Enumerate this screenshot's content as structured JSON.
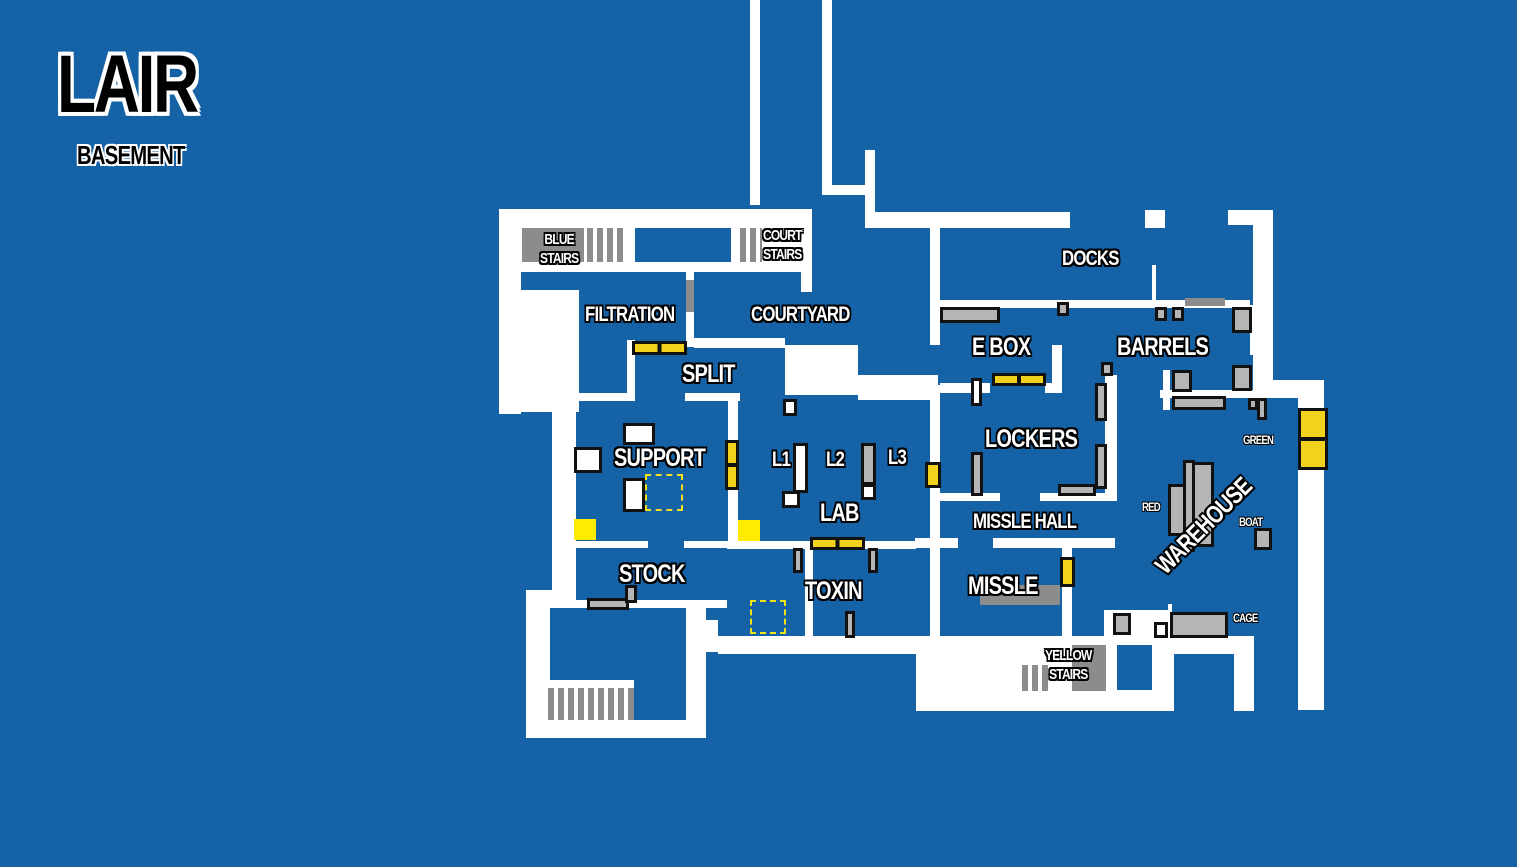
{
  "map": {
    "title": "LAIR",
    "floor": "BASEMENT",
    "colors": {
      "background": "#1662a7",
      "wall": "#ffffff",
      "hatch": "#f2d21c",
      "obstacle": "#b5b5b5"
    },
    "rooms": {
      "blue_stairs": "BLUE\nSTAIRS",
      "court_stairs": "COURT\nSTAIRS",
      "filtration": "FILTRATION",
      "courtyard": "COURTYARD",
      "docks": "DOCKS",
      "e_box": "E BOX",
      "barrels": "BARRELS",
      "split": "SPLIT",
      "support": "SUPPORT",
      "l1": "L1",
      "l2": "L2",
      "l3": "L3",
      "lockers": "LOCKERS",
      "green": "GREEN",
      "lab": "LAB",
      "red": "RED",
      "warehouse": "WAREHOUSE",
      "boat": "BOAT",
      "missle_hall": "MISSLE HALL",
      "stock": "STOCK",
      "toxin": "TOXIN",
      "missle": "MISSLE",
      "cage": "CAGE",
      "yellow_stairs": "YELLOW\nSTAIRS"
    }
  }
}
